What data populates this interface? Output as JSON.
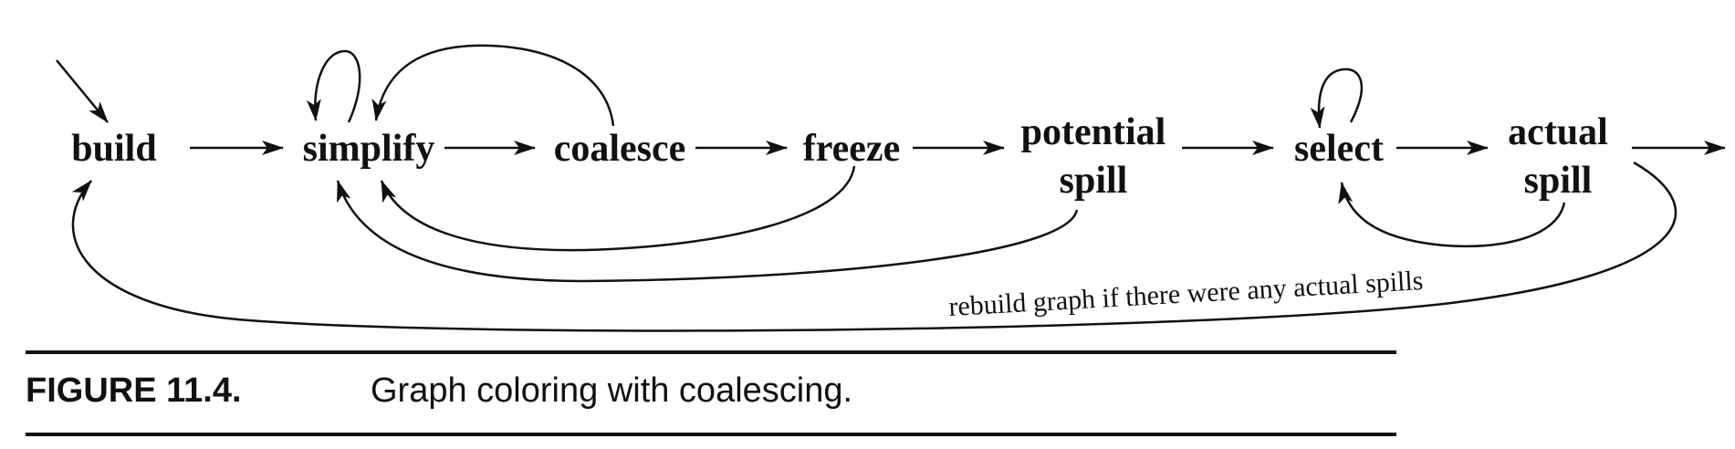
{
  "diagram": {
    "nodes": {
      "build": [
        "build"
      ],
      "simplify": [
        "simplify"
      ],
      "coalesce": [
        "coalesce"
      ],
      "freeze": [
        "freeze"
      ],
      "potential_spill": [
        "potential",
        "spill"
      ],
      "select": [
        "select"
      ],
      "actual_spill": [
        "actual",
        "spill"
      ]
    },
    "edge_labels": {
      "rebuild": "rebuild graph if there were any actual spills"
    }
  },
  "figure": {
    "number": "FIGURE 11.4.",
    "caption": "Graph coloring with coalescing."
  },
  "colors": {
    "ink": "#111111",
    "background": "#ffffff"
  }
}
